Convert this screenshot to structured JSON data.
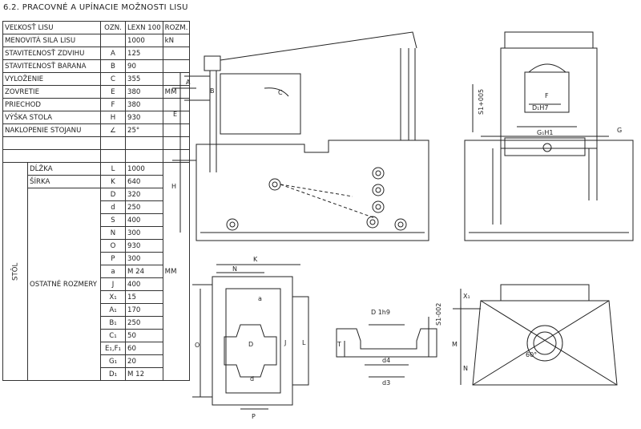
{
  "title": "6.2. PRACOVNÉ A UPÍNACIE MOŽNOSTI LISU",
  "table": {
    "header": {
      "col1": "VEĽKOSŤ LISU",
      "col2": "OZN.",
      "col3": "LEXN 100",
      "col4": "ROZM."
    },
    "press_rows": [
      {
        "label": "MENOVITÁ SILA LISU",
        "code": "",
        "value": "1000",
        "unit": "kN"
      },
      {
        "label": "STAVITEĽNOSŤ ZDVIHU",
        "code": "A",
        "value": "125",
        "unit": ""
      },
      {
        "label": "STAVITEĽNOSŤ BARANA",
        "code": "B",
        "value": "90",
        "unit": ""
      },
      {
        "label": "VYLOŽENIE",
        "code": "C",
        "value": "355",
        "unit": ""
      },
      {
        "label": "ZOVRETIE",
        "code": "E",
        "value": "380",
        "unit": "MM"
      },
      {
        "label": "PRIECHOD",
        "code": "F",
        "value": "380",
        "unit": ""
      },
      {
        "label": "VÝŠKA STOLA",
        "code": "H",
        "value": "930",
        "unit": ""
      },
      {
        "label": "NAKLOPENIE STOJANU",
        "code": "∠",
        "value": "25°",
        "unit": ""
      }
    ],
    "table_group": "STÔL",
    "table_rows": [
      {
        "label": "DĹŽKA",
        "code": "L",
        "value": "1000"
      },
      {
        "label": "ŠÍRKA",
        "code": "K",
        "value": "640"
      },
      {
        "label": "",
        "code": "D",
        "value": "320"
      },
      {
        "label": "",
        "code": "d",
        "value": "250"
      },
      {
        "label": "",
        "code": "S",
        "value": "400"
      },
      {
        "label": "",
        "code": "N",
        "value": "300"
      },
      {
        "label": "",
        "code": "O",
        "value": "930"
      },
      {
        "label": "",
        "code": "P",
        "value": "300"
      },
      {
        "label": "",
        "code": "a",
        "value": "M 24"
      },
      {
        "label": "",
        "code": "J",
        "value": "400"
      },
      {
        "label": "",
        "code": "X₁",
        "value": "15"
      },
      {
        "label": "",
        "code": "A₁",
        "value": "170"
      },
      {
        "label": "",
        "code": "B₁",
        "value": "250"
      },
      {
        "label": "",
        "code": "C₁",
        "value": "50"
      },
      {
        "label": "",
        "code": "E₁,F₁",
        "value": "60"
      },
      {
        "label": "",
        "code": "G₁",
        "value": "20"
      },
      {
        "label": "",
        "code": "D₁",
        "value": "M 12"
      }
    ],
    "other_dims_label": "OSTATNÉ ROZMERY",
    "other_dims_unit": "MM"
  },
  "drawing_labels": {
    "side_B": "B",
    "side_A": "A",
    "side_C": "C",
    "side_E": "E",
    "side_H": "H",
    "front_F": "F",
    "front_D1H7": "D₁H7",
    "front_G1H1": "G₁H1",
    "front_S1": "S1+005",
    "front_G": "G",
    "plan_K": "K",
    "plan_N": "N",
    "plan_a": "a",
    "plan_O": "O",
    "plan_D": "D",
    "plan_d": "d",
    "plan_J": "J",
    "plan_P": "P",
    "plan_L": "L",
    "sect_D1h9": "D 1h9",
    "sect_S1": "S1-002",
    "sect_T": "T",
    "sect_d4": "d4",
    "sect_d3": "d3",
    "base_X1": "X₁",
    "base_M": "M",
    "base_N": "N",
    "base_angle": "60°"
  }
}
